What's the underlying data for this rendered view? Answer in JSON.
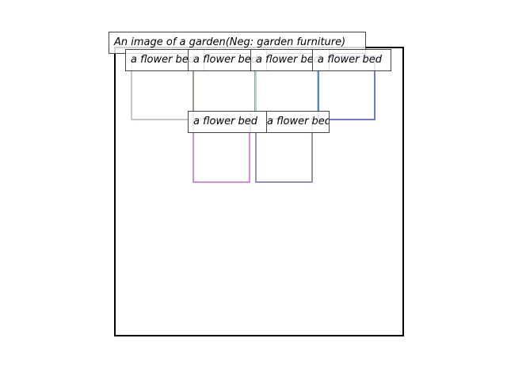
{
  "caption": "An image of a garden(Neg: garden furniture)",
  "boxes": [
    {
      "label": "a flower bed",
      "color": "#c2c8c0"
    },
    {
      "label": "a flower bed",
      "color": "#a39a86"
    },
    {
      "label": "a flower bed",
      "color": "#a9ddd2"
    },
    {
      "label": "a flower bed",
      "color": "#6a78e0"
    },
    {
      "label": "a flower bed",
      "color": "#d58be0"
    },
    {
      "label": "a flower bed",
      "color": "#9393bc"
    }
  ]
}
